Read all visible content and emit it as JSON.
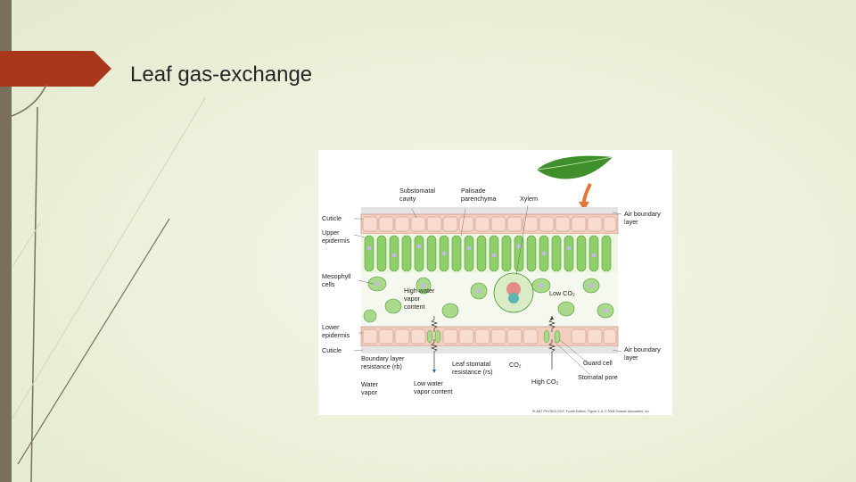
{
  "slide": {
    "title": "Leaf gas-exchange",
    "accent_color": "#a8371c",
    "bar_color": "#7a7059"
  },
  "figure": {
    "labels": {
      "substomatal_cavity_1": "Substomatal",
      "substomatal_cavity_2": "cavity",
      "palisade_1": "Palisade",
      "palisade_2": "parenchyma",
      "xylem": "Xylem",
      "air_boundary_top_1": "Air boundary",
      "air_boundary_top_2": "layer",
      "cuticle_top": "Cuticle",
      "upper_epidermis_1": "Upper",
      "upper_epidermis_2": "epidermis",
      "mesophyll_1": "Mesophyll",
      "mesophyll_2": "cells",
      "high_water_1": "High water",
      "high_water_2": "vapor",
      "high_water_3": "content",
      "low_co2_top": "Low CO₂",
      "lower_epidermis_1": "Lower",
      "lower_epidermis_2": "epidermis",
      "cuticle_bottom": "Cuticle",
      "air_boundary_bottom_1": "Air boundary",
      "air_boundary_bottom_2": "layer",
      "boundary_res_1": "Boundary layer",
      "boundary_res_2": "resistance (rb)",
      "leaf_stomatal_1": "Leaf stomatal",
      "leaf_stomatal_2": "resistance (rs)",
      "co2": "CO₂",
      "guard_cell": "Guard cell",
      "stomatal_pore": "Stomatal pore",
      "water_vapor_1": "Water",
      "water_vapor_2": "vapor",
      "low_water_1": "Low water",
      "low_water_2": "vapor content",
      "high_co2": "High CO₂",
      "credit": "PLANT PHYSIOLOGY, Fourth Edition, Figure 4.11 © 2006 Sinauer Associates, Inc."
    }
  }
}
